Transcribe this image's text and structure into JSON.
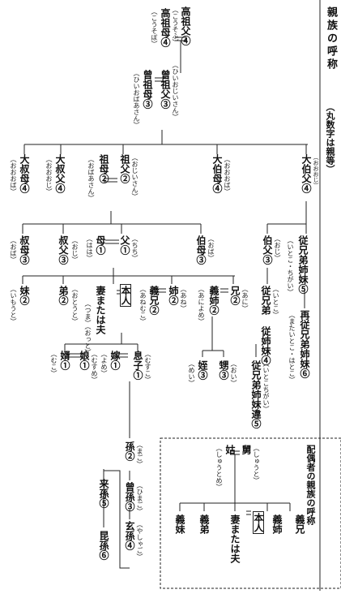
{
  "title": "親族の呼称",
  "subtitle": "（丸数字は親等）",
  "inset_title": "配偶者の親族の呼称",
  "people": {
    "kousofu": {
      "name": "高祖父④",
      "reading": "（こうそふ）"
    },
    "kousobo": {
      "name": "高祖母④",
      "reading": "（こうそぼ）"
    },
    "hiojiisan": {
      "name": "曾祖父③",
      "reading": "（ひいおじいさん）"
    },
    "hiobaasan": {
      "name": "曾祖母③",
      "reading": "（ひいおばあさん）"
    },
    "ooshukubo": {
      "name": "大叔母④",
      "reading": "（おおおば）"
    },
    "ooshukufu": {
      "name": "大叔父④",
      "reading": "（おおおじ）"
    },
    "sobo": {
      "name": "祖母②",
      "reading": "（おばあさん）"
    },
    "sofu": {
      "name": "祖父②",
      "reading": "（おじいさん）"
    },
    "oohakubo": {
      "name": "大伯母④",
      "reading": "（おおおば）"
    },
    "oohakufu": {
      "name": "大伯父④",
      "reading": "（おおおじ）"
    },
    "shukubo": {
      "name": "叔母③",
      "reading": "（おば）"
    },
    "shukufu": {
      "name": "叔父③",
      "reading": "（おじ）"
    },
    "haha": {
      "name": "母①",
      "reading": "（はは）"
    },
    "chichi": {
      "name": "父①",
      "reading": "（ちち）"
    },
    "hakubo": {
      "name": "伯母③",
      "reading": "（おば）"
    },
    "hakufu": {
      "name": "伯父③",
      "reading": "（おじ）"
    },
    "itoko": {
      "name": "従兄弟姉妹⑤",
      "reading": "（いとこ・ちがい）"
    },
    "mataitoko": {
      "name": "再従兄弟姉妹⑥",
      "reading": "（またいとこ・はとこ）"
    },
    "imouto": {
      "name": "妹②",
      "reading": "（いもうと）"
    },
    "otouto": {
      "name": "弟②",
      "reading": "（おとうと）"
    },
    "tsuma": {
      "name": "妻または夫",
      "reading": "（つま）（おっと）"
    },
    "honnin": {
      "name": "本人"
    },
    "gikei": {
      "name": "義兄②",
      "reading": "（あねむこ）"
    },
    "ane": {
      "name": "姉②",
      "reading": "（あね）"
    },
    "gishi": {
      "name": "義姉②",
      "reading": "（あによめ）"
    },
    "ani": {
      "name": "兄②",
      "reading": "（あに）"
    },
    "itoko_sibling": {
      "name": "従兄弟\n従姉妹④",
      "reading": "（いとこ）"
    },
    "itoko_child": {
      "name": "従兄弟姉妹違⑤",
      "reading": "（いとこちがい）"
    },
    "mei": {
      "name": "姪③",
      "reading": "（めい）"
    },
    "oi": {
      "name": "甥③",
      "reading": "（おい）"
    },
    "muko": {
      "name": "婿①",
      "reading": "（むこ）"
    },
    "musume": {
      "name": "娘①",
      "reading": "（むすめ）"
    },
    "yome": {
      "name": "嫁①",
      "reading": "（よめ）"
    },
    "musuko": {
      "name": "息子①",
      "reading": "（むすこ）"
    },
    "mago": {
      "name": "孫②",
      "reading": "（まご）"
    },
    "himago": {
      "name": "曾孫③",
      "reading": "（ひまご）"
    },
    "yashago": {
      "name": "玄孫④",
      "reading": "（やしゃご）"
    },
    "raison": {
      "name": "来孫⑤"
    },
    "konson": {
      "name": "昆孫⑥"
    }
  },
  "inset": {
    "shuutome": {
      "name": "姑",
      "reading": "（しゅうとめ）"
    },
    "shuuto": {
      "name": "舅",
      "reading": "（しゅうと）"
    },
    "gimai": {
      "name": "義妹"
    },
    "gitei": {
      "name": "義弟"
    },
    "tsuma": {
      "name": "妻または夫"
    },
    "honnin": {
      "name": "本人"
    },
    "gishi": {
      "name": "義姉"
    },
    "gikei": {
      "name": "義兄"
    }
  }
}
